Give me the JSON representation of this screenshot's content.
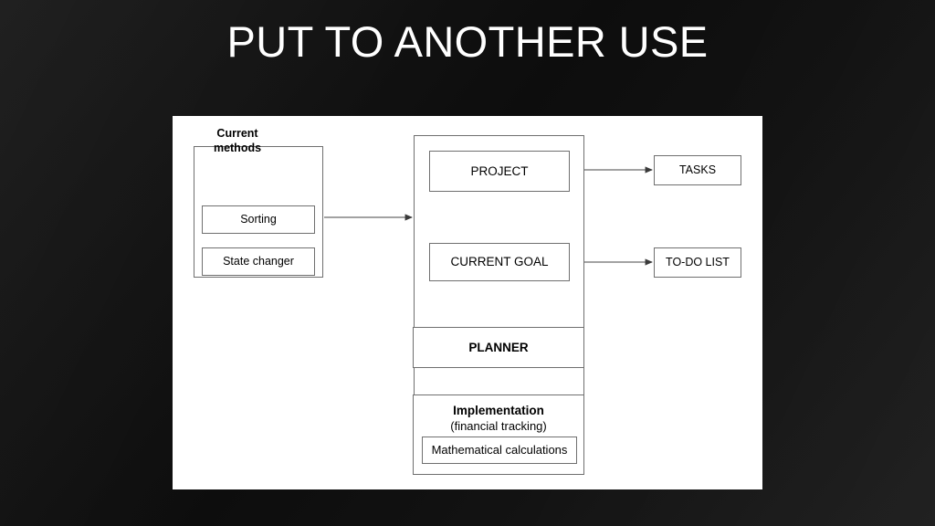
{
  "slide": {
    "title": "PUT TO ANOTHER USE",
    "background_color": "#111111",
    "title_color": "#ffffff",
    "canvas_color": "#ffffff",
    "stroke_color": "#6f6f6f"
  },
  "diagram": {
    "type": "flowchart",
    "groups": [
      {
        "id": "current-methods",
        "label": "Current\nmethods",
        "label_line1": "Current",
        "label_line2": "methods",
        "bold": true
      },
      {
        "id": "core",
        "label": "",
        "bold": false
      }
    ],
    "nodes": [
      {
        "id": "sorting",
        "label": "Sorting",
        "bold": false,
        "group": "current-methods"
      },
      {
        "id": "state-changer",
        "label": "State changer",
        "bold": false,
        "group": "current-methods"
      },
      {
        "id": "project",
        "label": "PROJECT",
        "bold": false,
        "group": "core"
      },
      {
        "id": "current-goal",
        "label": "CURRENT GOAL",
        "bold": false,
        "group": "core"
      },
      {
        "id": "tasks",
        "label": "TASKS",
        "bold": false,
        "group": null
      },
      {
        "id": "todo-list",
        "label": "TO-DO LIST",
        "bold": false,
        "group": null
      },
      {
        "id": "planner",
        "label": "PLANNER",
        "bold": true,
        "group": null
      },
      {
        "id": "implementation",
        "label": "Implementation",
        "sublabel": "(financial tracking)",
        "bold": true,
        "group": null
      },
      {
        "id": "math",
        "label": "Mathematical calculations",
        "bold": false,
        "group": "implementation"
      }
    ],
    "edges": [
      {
        "from": "current-methods",
        "to": "core",
        "style": "solid",
        "arrow": "end"
      },
      {
        "from": "project",
        "to": "tasks",
        "style": "solid",
        "arrow": "end"
      },
      {
        "from": "current-goal",
        "to": "todo-list",
        "style": "solid",
        "arrow": "end"
      },
      {
        "from": "project",
        "to": "current-goal",
        "style": "dashed",
        "arrow": "end"
      },
      {
        "from": "current-goal",
        "to": "project",
        "style": "dashed",
        "arrow": "end"
      },
      {
        "from": "core",
        "to": "planner",
        "style": "solid",
        "arrow": "end"
      },
      {
        "from": "planner",
        "to": "implementation",
        "style": "solid",
        "arrow": "end"
      }
    ]
  }
}
